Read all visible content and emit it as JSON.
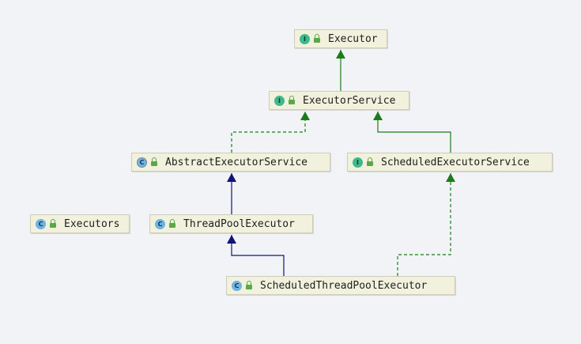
{
  "diagram": {
    "nodes": [
      {
        "id": "executor",
        "kind": "interface",
        "kind_letter": "I",
        "label": "Executor"
      },
      {
        "id": "executor-service",
        "kind": "interface",
        "kind_letter": "I",
        "label": "ExecutorService"
      },
      {
        "id": "abstract-executor-service",
        "kind": "abstract-class",
        "kind_letter": "C",
        "label": "AbstractExecutorService"
      },
      {
        "id": "scheduled-executor-service",
        "kind": "interface",
        "kind_letter": "I",
        "label": "ScheduledExecutorService"
      },
      {
        "id": "executors",
        "kind": "class",
        "kind_letter": "C",
        "label": "Executors"
      },
      {
        "id": "thread-pool-executor",
        "kind": "class",
        "kind_letter": "C",
        "label": "ThreadPoolExecutor"
      },
      {
        "id": "scheduled-thread-pool-executor",
        "kind": "class",
        "kind_letter": "C",
        "label": "ScheduledThreadPoolExecutor"
      }
    ],
    "edges": [
      {
        "from": "executor-service",
        "to": "executor",
        "type": "extends-interface"
      },
      {
        "from": "scheduled-executor-service",
        "to": "executor-service",
        "type": "extends-interface"
      },
      {
        "from": "abstract-executor-service",
        "to": "executor-service",
        "type": "implements"
      },
      {
        "from": "thread-pool-executor",
        "to": "abstract-executor-service",
        "type": "extends-class"
      },
      {
        "from": "scheduled-thread-pool-executor",
        "to": "thread-pool-executor",
        "type": "extends-class"
      },
      {
        "from": "scheduled-thread-pool-executor",
        "to": "scheduled-executor-service",
        "type": "implements"
      }
    ],
    "colors": {
      "interface_edge": "#1a7d1a",
      "class_edge": "#13127a",
      "implements_edge": "#1a7d1a"
    }
  }
}
